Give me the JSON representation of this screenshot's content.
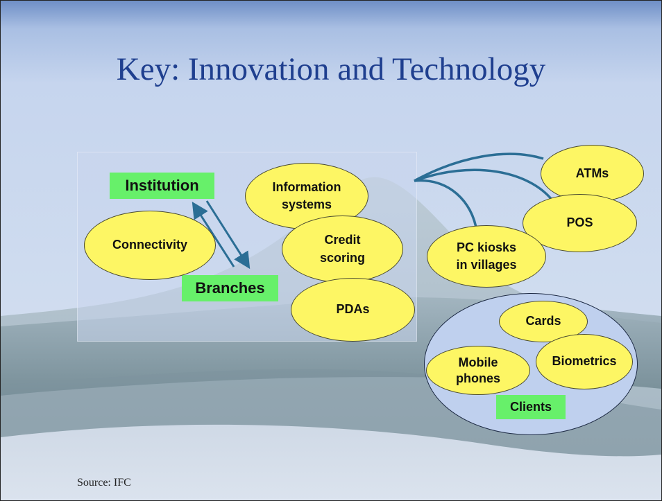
{
  "title": "Key: Innovation and Technology",
  "nodes": {
    "institution": "Institution",
    "branches": "Branches",
    "information_systems_line1": "Information",
    "information_systems_line2": "systems",
    "connectivity": "Connectivity",
    "credit_scoring_line1": "Credit",
    "credit_scoring_line2": "scoring",
    "pdas": "PDAs",
    "atms": "ATMs",
    "pos": "POS",
    "pc_kiosks_line1": "PC kiosks",
    "pc_kiosks_line2": "in villages",
    "cards": "Cards",
    "mobile_phones_line1": "Mobile",
    "mobile_phones_line2": "phones",
    "biometrics": "Biometrics",
    "clients": "Clients"
  },
  "source": "Source: IFC",
  "colors": {
    "title": "#1f3f8f",
    "oval_fill": "#fdf664",
    "label_green": "#67f06a",
    "connector_blue": "#2b6e95",
    "clients_fill": "#bfd0ee"
  }
}
